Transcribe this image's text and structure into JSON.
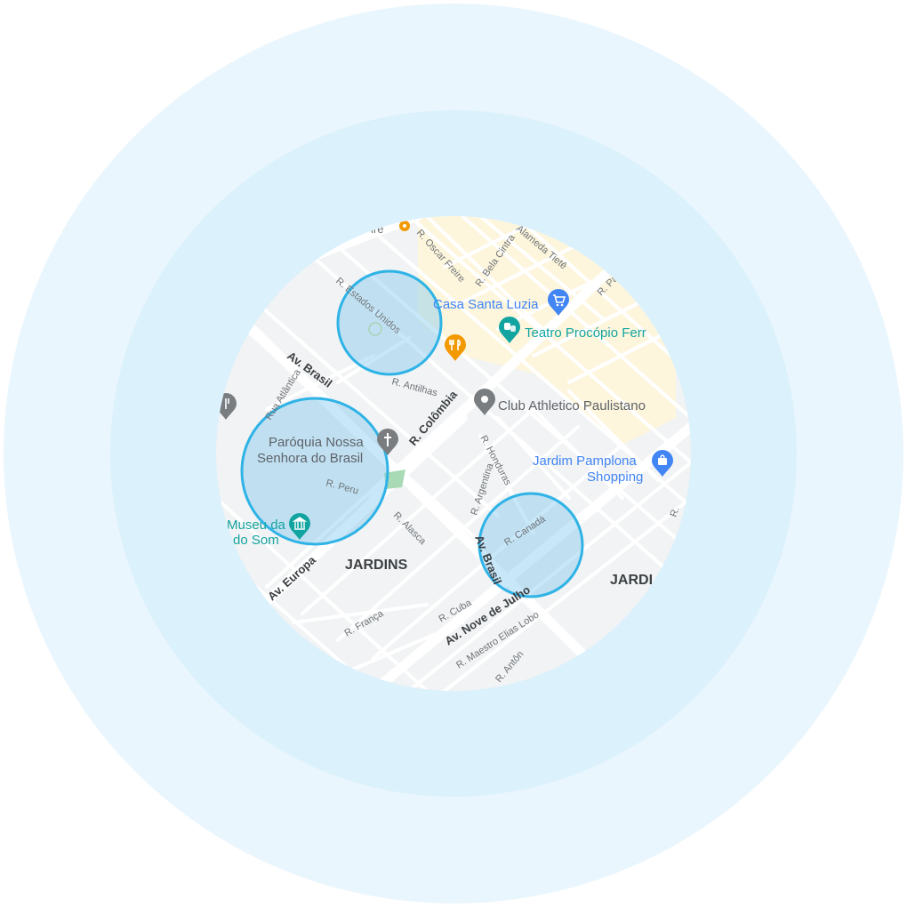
{
  "map": {
    "colors": {
      "outer_halo": "#eaf6fd",
      "inner_halo": "#dbf1fc",
      "map_background": "#f1f3f4",
      "road": "#ffffff",
      "commercial_area": "#fdf6dd",
      "highlight_fill": "#7cc6ee",
      "highlight_stroke": "#2fb3e6",
      "poi_blue": "#4285f4",
      "poi_teal": "#12a4a0",
      "poi_gray": "#7a7d80",
      "poi_orange": "#f29900",
      "park_green": "#a8dab5"
    },
    "districts": [
      "JARDINS",
      "JARDI"
    ],
    "streets": {
      "av_brasil": "Av. Brasil",
      "av_europa": "Av. Europa",
      "av_nove_de_julho": "Av. Nove de Julho",
      "r_colombia": "R. Colômbia",
      "r_estados_unidos": "R. Estados Unidos",
      "r_oscar_freire": "R. Oscar Freire",
      "r_bela_cintra": "R. Bela Cintra",
      "r_haddock": "Alameda Tietê",
      "r_pa": "R. Pa",
      "r_antilhas": "R. Antilhas",
      "r_atlantica": "Rua Atlântica",
      "r_peru": "R. Peru",
      "r_honduras": "R. Honduras",
      "r_argentina": "R. Argentina",
      "r_alasca": "R. Alasca",
      "r_canada": "R. Canadá",
      "r_cuba": "R. Cuba",
      "r_franca": "R. França",
      "r_maestro": "R. Maestro Elias Lobo",
      "r_antonio": "R. Antôn",
      "r_edge": "R.",
      "top_fragment": "ire"
    },
    "places": {
      "casa_santa_luzia": "Casa Santa Luzia",
      "teatro": "Teatro Procópio Ferr",
      "club": "Club Athletico Paulistano",
      "paroquia_line1": "Paróquia Nossa",
      "paroquia_line2": "Senhora do Brasil",
      "jardim_line1": "Jardim Pamplona",
      "jardim_line2": "Shopping",
      "museu_line1": "Museu da",
      "museu_line2": "do Som"
    },
    "icons": {
      "shopping_cart": "cart-icon",
      "theater": "theater-masks-icon",
      "restaurant": "fork-knife-icon",
      "club": "location-pin-icon",
      "church": "cross-icon",
      "mall": "shopping-bag-icon",
      "museum": "museum-icon",
      "park": "tree-icon"
    },
    "highlight_areas": 3
  }
}
